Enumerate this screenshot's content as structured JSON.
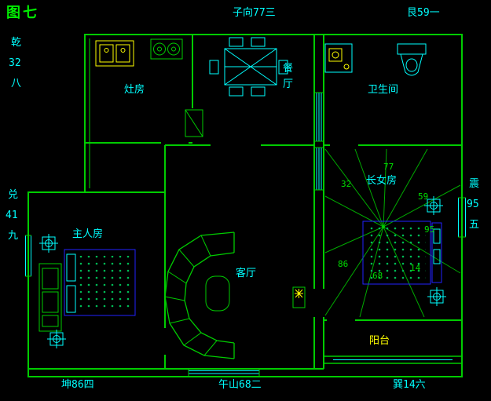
{
  "title": "图七",
  "colors": {
    "background": "#000000",
    "wall_green": "#00cc00",
    "text_cyan": "#00ffff",
    "accent_yellow": "#ffff00",
    "bed_blue": "#2222ff"
  },
  "perimeter": {
    "top_center": "子向77三",
    "top_right": "艮59一",
    "bottom_left": "坤86四",
    "bottom_center": "午山68二",
    "bottom_right": "巽14六",
    "left_upper": {
      "trigram": "乾",
      "number": "32",
      "star": "八"
    },
    "left_lower": {
      "trigram": "兑",
      "number": "41",
      "star": "九"
    },
    "right_side": {
      "trigram": "震",
      "number": "95",
      "star": "五"
    }
  },
  "rooms": {
    "kitchen": "灶房",
    "dining": "餐厅",
    "bathroom": "卫生间",
    "daughter_room": "长女房",
    "master_room": "主人房",
    "living_room": "客厅",
    "balcony": "阳台"
  },
  "star_numbers": {
    "nw": "32",
    "n": "77",
    "ne": "59",
    "sw": "86",
    "s": "68",
    "e": "95",
    "se": "14"
  }
}
